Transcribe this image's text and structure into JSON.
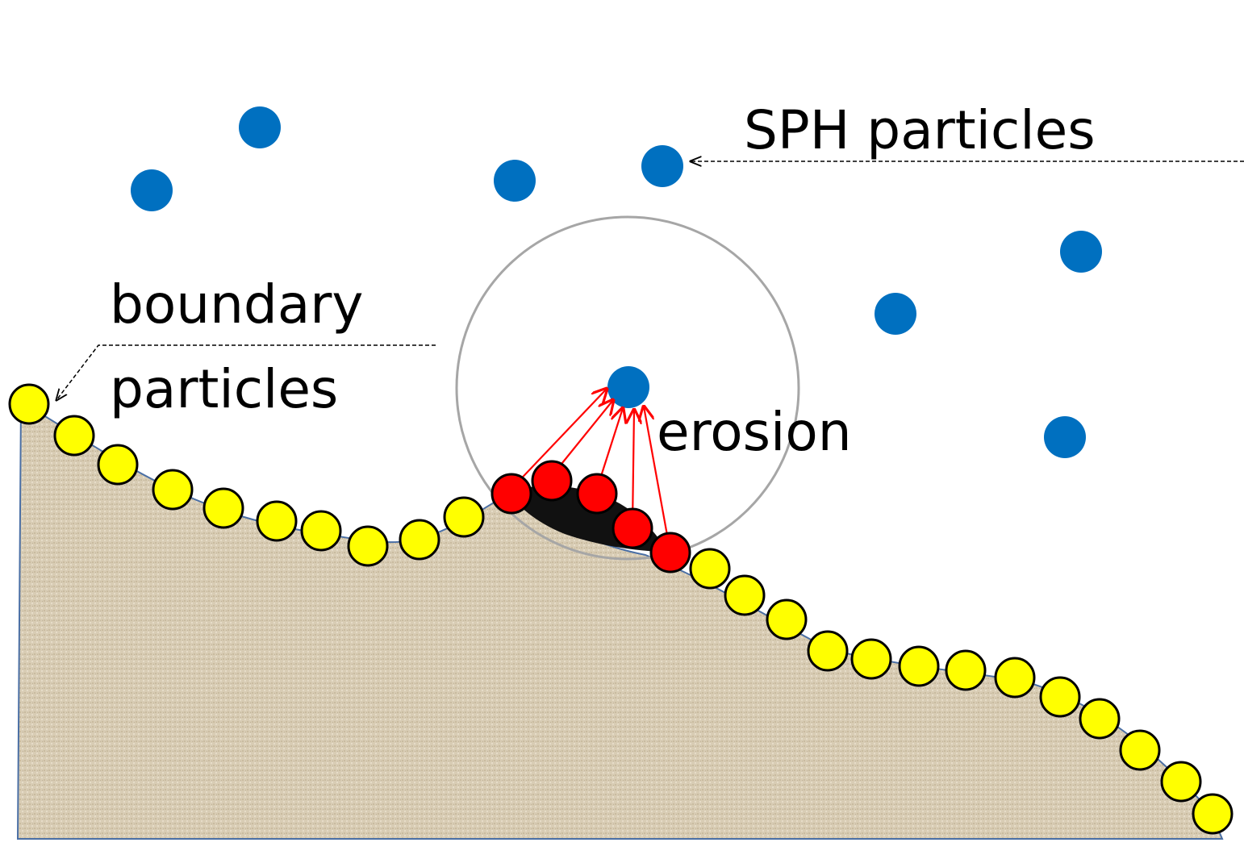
{
  "labels": {
    "sph_particles": "SPH particles",
    "boundary_line1": "boundary",
    "boundary_line2": "particles",
    "erosion": "erosion"
  },
  "colors": {
    "sph_particle": "#0070c0",
    "boundary_particle": "#ffff00",
    "eroded_particle": "#ff0000",
    "interaction_arrow": "#ff0000",
    "ground": "#d8ccb4",
    "eroded_region": "#111111",
    "kernel_circle": "#a6a6a6"
  },
  "icons": {
    "sph_particle": "blue-filled-circle",
    "boundary_particle": "yellow-outlined-circle",
    "eroded_particle": "red-outlined-circle"
  }
}
